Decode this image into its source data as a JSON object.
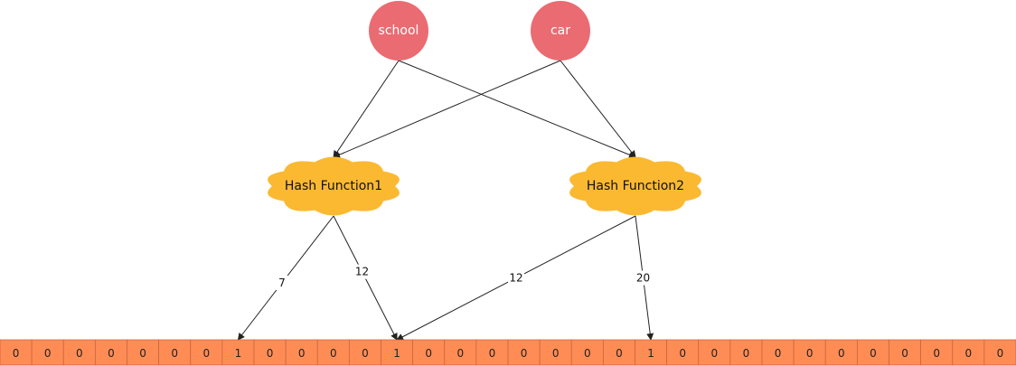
{
  "colors": {
    "input_node": "#ea6b72",
    "hash_cloud": "#fbb932",
    "bit_cell": "#ff8c55",
    "bit_border": "#c9673f",
    "edge": "#222222"
  },
  "inputs": [
    {
      "id": "school",
      "label": "school"
    },
    {
      "id": "car",
      "label": "car"
    }
  ],
  "hash_functions": [
    {
      "id": "h1",
      "label": "Hash Function1"
    },
    {
      "id": "h2",
      "label": "Hash Function2"
    }
  ],
  "input_edges": [
    {
      "from": "school",
      "to": "h1"
    },
    {
      "from": "school",
      "to": "h2"
    },
    {
      "from": "car",
      "to": "h1"
    },
    {
      "from": "car",
      "to": "h2"
    }
  ],
  "output_edges": [
    {
      "from": "h1",
      "label": "7",
      "index": 7
    },
    {
      "from": "h1",
      "label": "12",
      "index": 12
    },
    {
      "from": "h2",
      "label": "12",
      "index": 12
    },
    {
      "from": "h2",
      "label": "20",
      "index": 20
    }
  ],
  "bit_array": [
    "0",
    "0",
    "0",
    "0",
    "0",
    "0",
    "0",
    "1",
    "0",
    "0",
    "0",
    "0",
    "1",
    "0",
    "0",
    "0",
    "0",
    "0",
    "0",
    "0",
    "1",
    "0",
    "0",
    "0",
    "0",
    "0",
    "0",
    "0",
    "0",
    "0",
    "0",
    "0"
  ]
}
